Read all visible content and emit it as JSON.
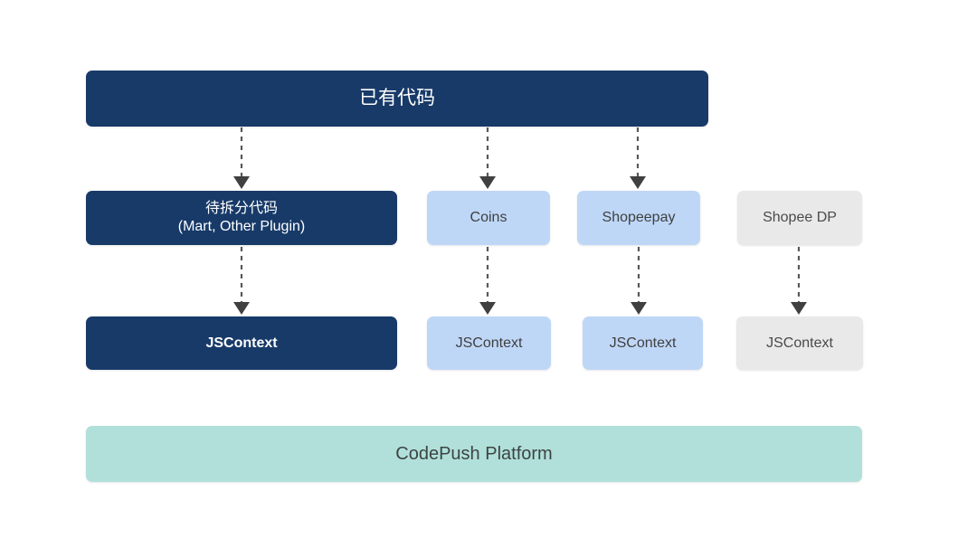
{
  "diagram": {
    "title_node": {
      "label": "已有代码",
      "style": "navy"
    },
    "row_modules": [
      {
        "label": "待拆分代码\n(Mart, Other Plugin)",
        "style": "navy"
      },
      {
        "label": "Coins",
        "style": "blue"
      },
      {
        "label": "Shopeepay",
        "style": "blue"
      },
      {
        "label": "Shopee DP",
        "style": "gray"
      }
    ],
    "row_contexts": [
      {
        "label": "JSContext",
        "style": "navy"
      },
      {
        "label": "JSContext",
        "style": "blue"
      },
      {
        "label": "JSContext",
        "style": "blue"
      },
      {
        "label": "JSContext",
        "style": "gray"
      }
    ],
    "platform_node": {
      "label": "CodePush Platform",
      "style": "mint"
    },
    "connectors": [
      {
        "name": "existing-code-to-pending-split",
        "style": "dashed-arrow-down"
      },
      {
        "name": "existing-code-to-coins",
        "style": "dashed-arrow-down"
      },
      {
        "name": "existing-code-to-shopeepay",
        "style": "dashed-arrow-down"
      },
      {
        "name": "pending-split-to-jscontext",
        "style": "dashed-arrow-down"
      },
      {
        "name": "coins-to-jscontext",
        "style": "dashed-arrow-down"
      },
      {
        "name": "shopeepay-to-jscontext",
        "style": "dashed-arrow-down"
      },
      {
        "name": "shopee-dp-to-jscontext",
        "style": "dashed-arrow-down"
      }
    ],
    "colors": {
      "navy": "#173a68",
      "blue": "#bfd7f7",
      "gray": "#e9e9ea",
      "mint": "#b1e0da",
      "arrow": "#404040",
      "background": "#ffffff"
    }
  }
}
